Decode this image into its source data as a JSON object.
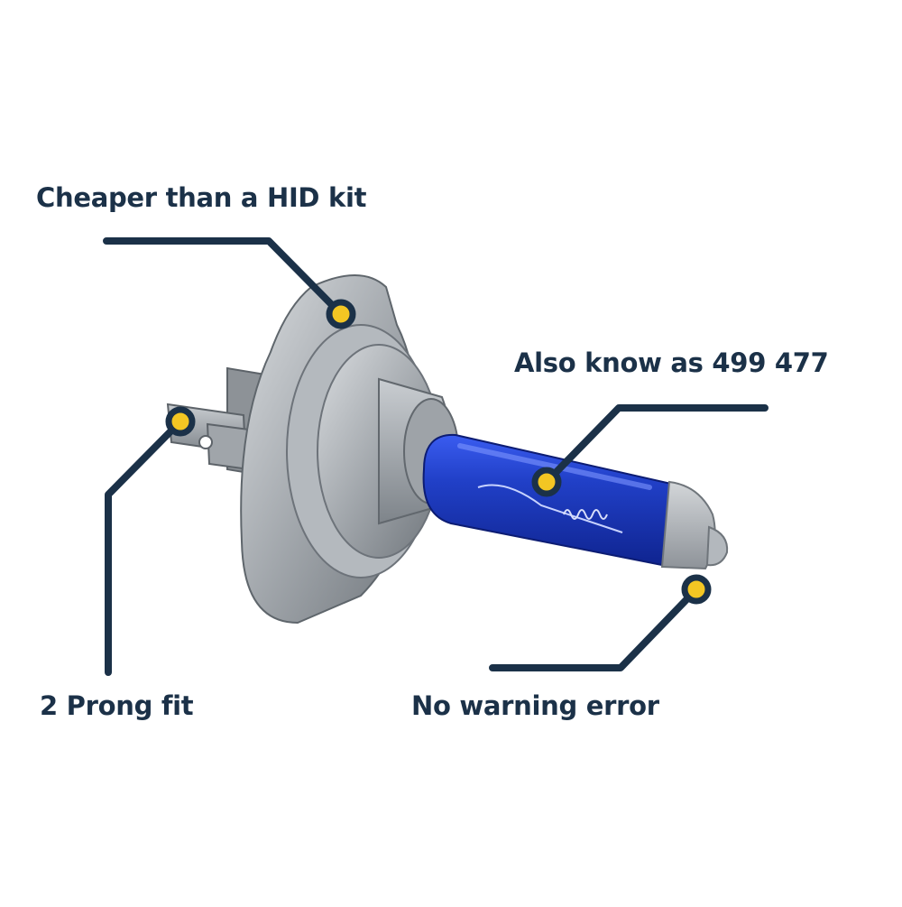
{
  "callouts": {
    "cheaper": "Cheaper than a HID kit",
    "also_known": "Also know as 499 477",
    "prong": "2 Prong fit",
    "warning": "No warning error"
  },
  "colors": {
    "text": "#1b3148",
    "leader_line": "#1b3148",
    "dot": "#f3c623",
    "glass": "#1f3ec4",
    "metal": "#a9aeb3"
  },
  "illustration": "h7-halogen-bulb"
}
